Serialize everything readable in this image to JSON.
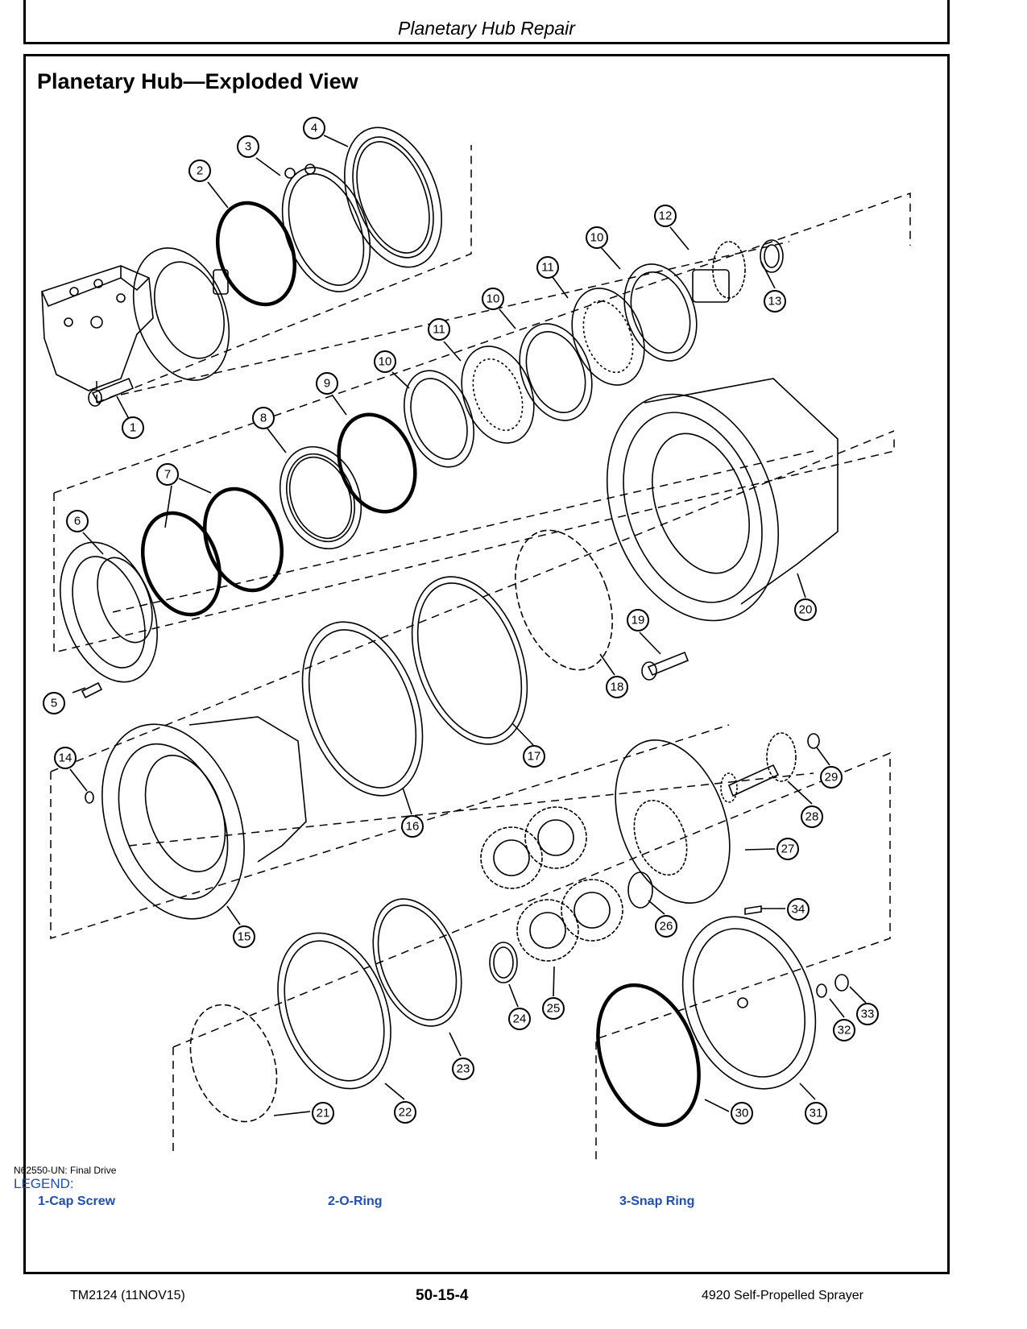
{
  "header": {
    "title": "Planetary Hub Repair"
  },
  "section": {
    "title": "Planetary Hub—Exploded View"
  },
  "figure": {
    "id": "N62550-UN: Final Drive",
    "callouts": [
      "1",
      "2",
      "3",
      "4",
      "5",
      "6",
      "7",
      "8",
      "9",
      "10",
      "11",
      "12",
      "13",
      "14",
      "15",
      "16",
      "17",
      "18",
      "19",
      "20",
      "21",
      "22",
      "23",
      "24",
      "25",
      "26",
      "27",
      "28",
      "29",
      "30",
      "31",
      "32",
      "33",
      "34"
    ]
  },
  "legend": {
    "title": "LEGEND:",
    "items": [
      "1-Cap Screw",
      "2-O-Ring",
      "3-Snap Ring"
    ]
  },
  "footer": {
    "left": "TM2124 (11NOV15)",
    "center": "50-15-4",
    "right": "4920 Self-Propelled Sprayer"
  },
  "colors": {
    "legend": "#1f4eb4",
    "line": "#000000"
  }
}
